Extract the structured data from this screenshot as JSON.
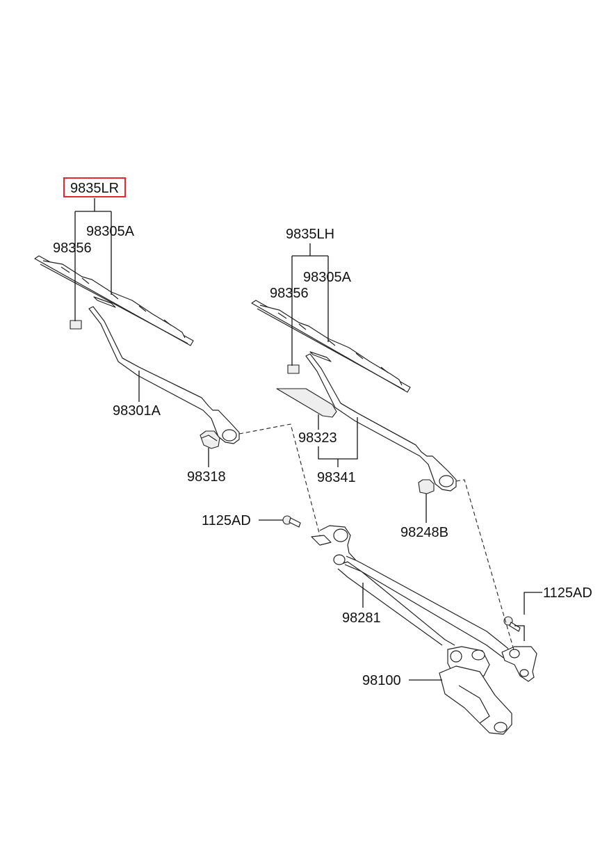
{
  "callouts": {
    "assembly_rh": "9835LR",
    "blade_rh": "98305A",
    "insert_rh": "98356",
    "arm_rh": "98301A",
    "cap_rh": "98318",
    "assembly_lh": "9835LH",
    "blade_lh": "98305A",
    "insert_lh": "98356",
    "cover_lh": "98323",
    "arm_lh": "98341",
    "nut_lh": "98248B",
    "bolt_upper": "1125AD",
    "linkage": "98281",
    "bolt_right": "1125AD",
    "motor": "98100"
  },
  "colors": {
    "highlight": "#e8262a",
    "line": "#111111"
  }
}
